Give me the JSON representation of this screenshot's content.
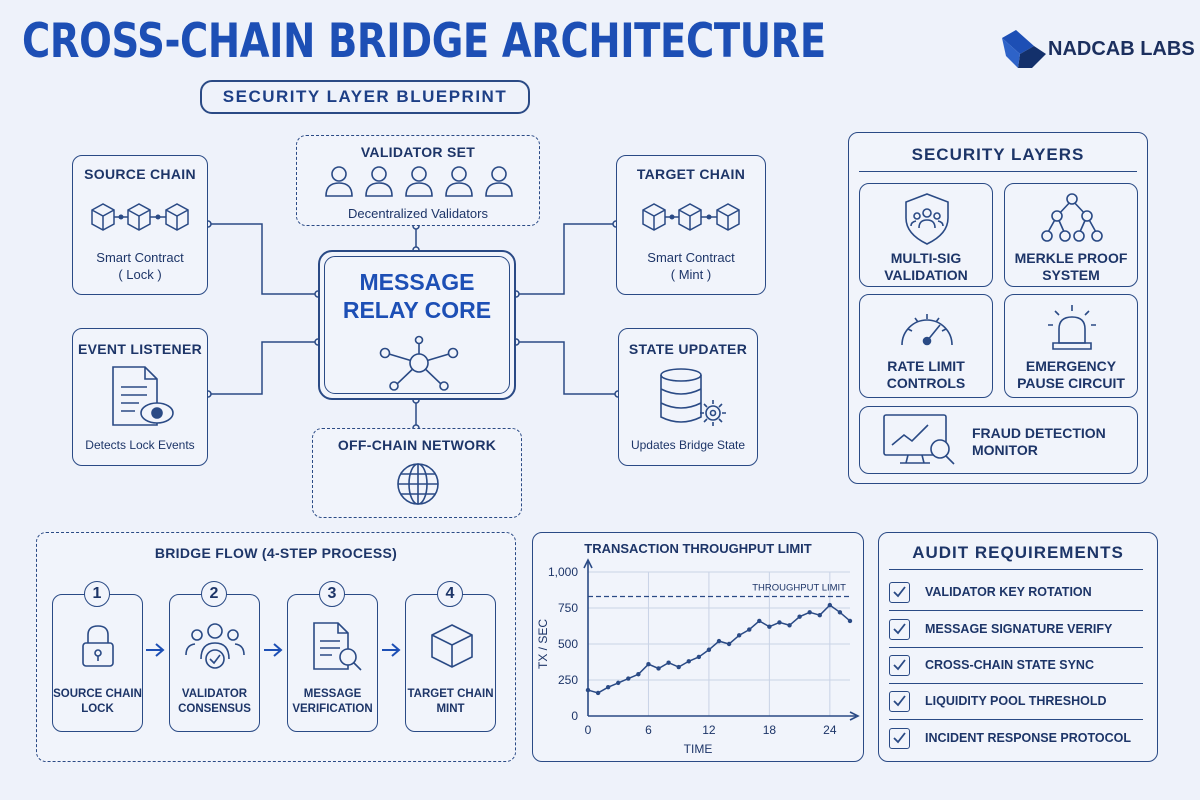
{
  "header": {
    "title": "CROSS-CHAIN BRIDGE ARCHITECTURE",
    "subtitle": "SECURITY LAYER BLUEPRINT",
    "logo": "NADCAB LABS"
  },
  "nodes": {
    "source_chain": {
      "title": "SOURCE CHAIN",
      "line1": "Smart Contract",
      "line2": "( Lock )"
    },
    "validator_set": {
      "title": "VALIDATOR SET",
      "caption": "Decentralized Validators"
    },
    "target_chain": {
      "title": "TARGET CHAIN",
      "line1": "Smart Contract",
      "line2": "( Mint )"
    },
    "relay_core": {
      "line1": "MESSAGE",
      "line2": "RELAY CORE"
    },
    "event_listener": {
      "title": "EVENT LISTENER",
      "caption": "Detects Lock Events"
    },
    "state_updater": {
      "title": "STATE UPDATER",
      "caption": "Updates Bridge State"
    },
    "offchain": {
      "title": "OFF-CHAIN NETWORK"
    }
  },
  "security": {
    "title": "SECURITY LAYERS",
    "items": [
      {
        "line1": "MULTI-SIG",
        "line2": "VALIDATION",
        "icon": "shield-users-icon"
      },
      {
        "line1": "MERKLE PROOF",
        "line2": "SYSTEM",
        "icon": "tree-icon"
      },
      {
        "line1": "RATE LIMIT",
        "line2": "CONTROLS",
        "icon": "gauge-icon"
      },
      {
        "line1": "EMERGENCY",
        "line2": "PAUSE CIRCUIT",
        "icon": "alarm-icon"
      },
      {
        "line1": "FRAUD DETECTION",
        "line2": "MONITOR",
        "icon": "monitor-magnifier-icon"
      }
    ]
  },
  "flow": {
    "title": "BRIDGE FLOW (4-STEP PROCESS)",
    "steps": [
      {
        "num": "1",
        "line1": "SOURCE CHAIN",
        "line2": "LOCK"
      },
      {
        "num": "2",
        "line1": "VALIDATOR",
        "line2": "CONSENSUS"
      },
      {
        "num": "3",
        "line1": "MESSAGE",
        "line2": "VERIFICATION"
      },
      {
        "num": "4",
        "line1": "TARGET CHAIN",
        "line2": "MINT"
      }
    ]
  },
  "chart_data": {
    "type": "line",
    "title": "TRANSACTION THROUGHPUT LIMIT",
    "xlabel": "TIME",
    "ylabel": "TX / SEC",
    "xlim": [
      0,
      26
    ],
    "ylim": [
      0,
      1000
    ],
    "x_ticks": [
      0,
      6,
      12,
      18,
      24
    ],
    "y_ticks": [
      0,
      250,
      500,
      750,
      1000
    ],
    "y_tick_labels": [
      "0",
      "250",
      "500",
      "750",
      "1,000"
    ],
    "threshold": {
      "label": "THROUGHPUT LIMIT",
      "value": 830
    },
    "grid": true,
    "series": [
      {
        "x": [
          0,
          1,
          2,
          3,
          4,
          5,
          6,
          7,
          8,
          9,
          10,
          11,
          12,
          13,
          14,
          15,
          16,
          17,
          18,
          19,
          20,
          21,
          22,
          23,
          24,
          25,
          26
        ],
        "y": [
          180,
          160,
          200,
          230,
          260,
          290,
          360,
          330,
          370,
          340,
          380,
          410,
          460,
          520,
          500,
          560,
          600,
          660,
          620,
          650,
          630,
          690,
          720,
          700,
          770,
          720,
          660
        ]
      }
    ]
  },
  "audit": {
    "title": "AUDIT REQUIREMENTS",
    "items": [
      "VALIDATOR KEY ROTATION",
      "MESSAGE SIGNATURE VERIFY",
      "CROSS-CHAIN STATE SYNC",
      "LIQUIDITY POOL THRESHOLD",
      "INCIDENT RESPONSE PROTOCOL"
    ]
  }
}
